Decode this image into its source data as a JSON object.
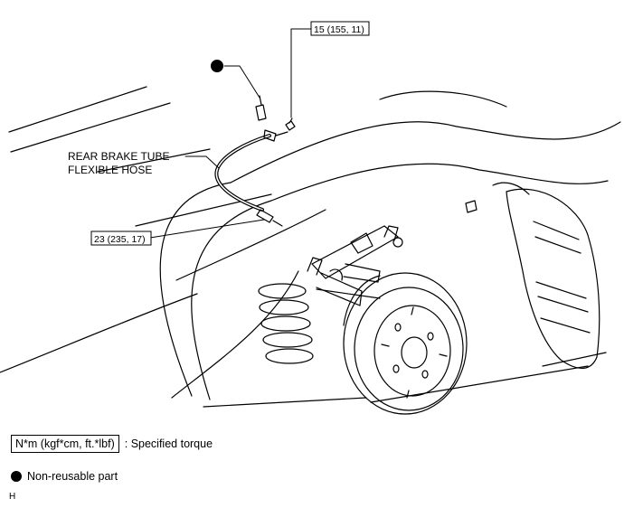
{
  "callouts": {
    "hose_label_line1": "REAR BRAKE TUBE",
    "hose_label_line2": "FLEXIBLE HOSE",
    "torque_upper": "15 (155, 11)",
    "torque_lower": "23 (235, 17)"
  },
  "legend": {
    "torque_units": "N*m (kgf*cm, ft.*lbf)",
    "torque_desc": ": Specified torque",
    "nonreuse_desc": "Non-reusable part"
  },
  "image_code": "H",
  "colors": {
    "line": "#000000",
    "background": "#ffffff"
  }
}
